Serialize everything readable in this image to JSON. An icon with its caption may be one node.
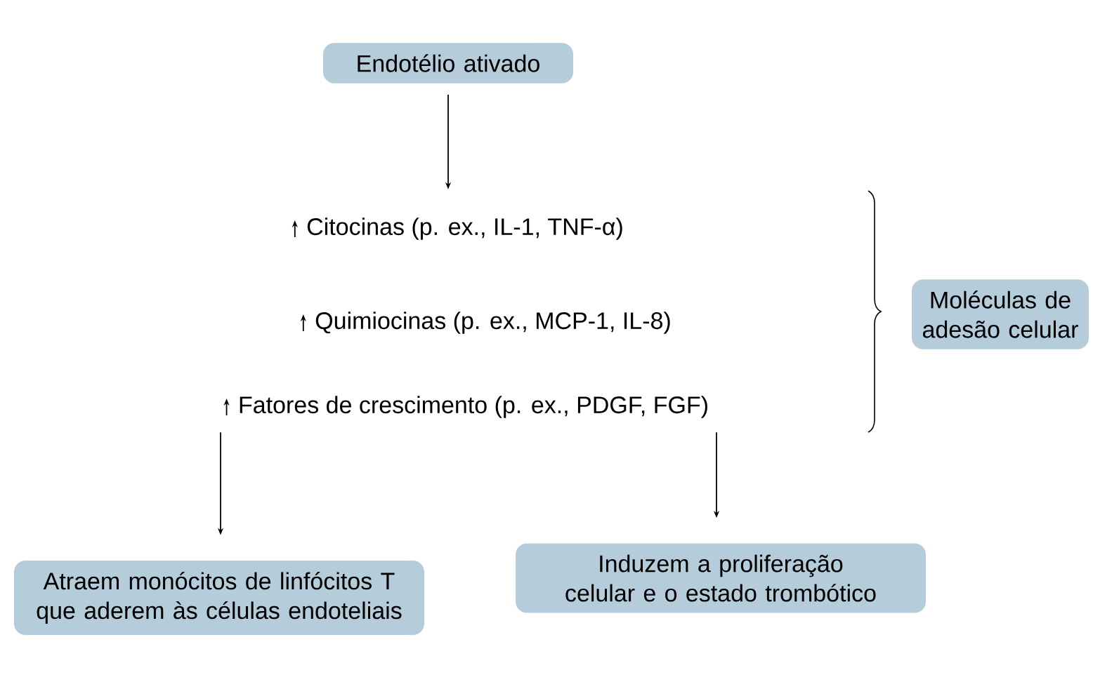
{
  "diagram": {
    "nodes": [
      {
        "text": [
          "Endotélio ativado"
        ]
      },
      {
        "text": [
          "Citocinas (p. ex., IL-1, TNF-α)"
        ]
      },
      {
        "text": [
          "Quimiocinas (p. ex., MCP-1, IL-8)"
        ]
      },
      {
        "text": [
          "Fatores de crescimento (p. ex., PDGF, FGF)"
        ]
      },
      {
        "text": [
          "Moléculas de adesão celular"
        ]
      },
      {
        "text": [
          "Atraem monócitos de linfócitos T que aderem às células endoteliais"
        ]
      },
      {
        "text": [
          "Induzem a proliferação celular e o estado trombótico"
        ]
      }
    ],
    "edges": [
      {
        "from": 0,
        "to": 1,
        "arrow": "to"
      },
      {
        "from": 3,
        "to": 5,
        "arrow": "to"
      },
      {
        "from": 3,
        "to": 6,
        "arrow": "to"
      }
    ]
  }
}
